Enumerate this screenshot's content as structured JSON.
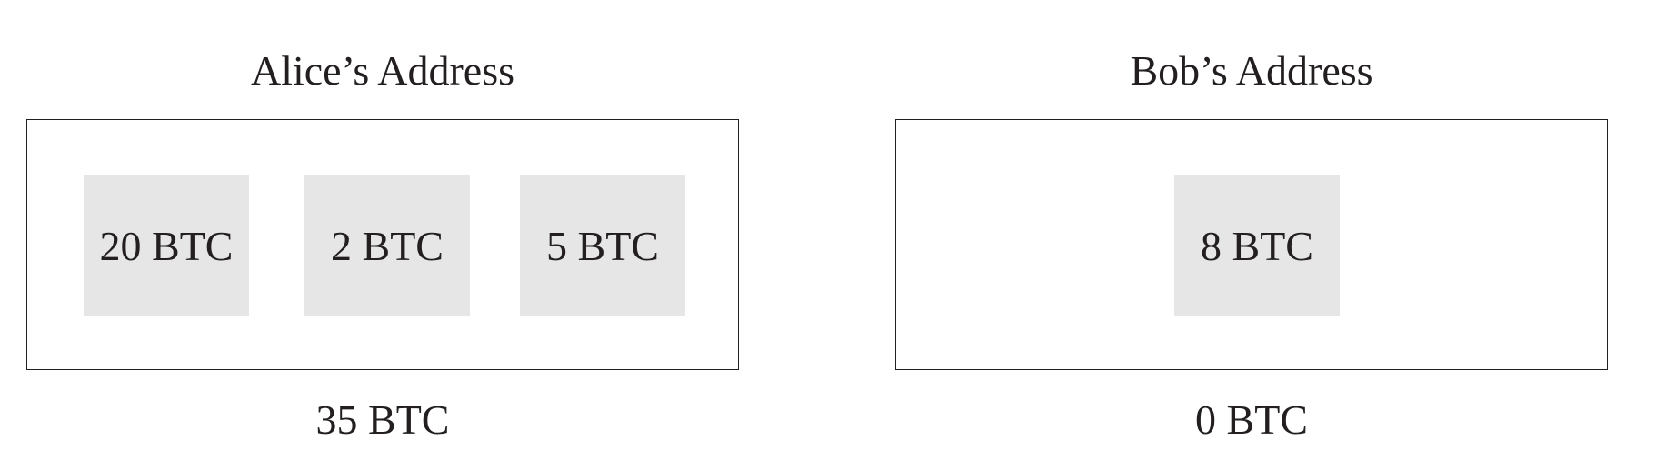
{
  "alice": {
    "title": "Alice’s Address",
    "coins": [
      "20 BTC",
      "2 BTC",
      "5 BTC"
    ],
    "total": "35 BTC"
  },
  "bob": {
    "title": "Bob’s Address",
    "coins": [
      "8 BTC"
    ],
    "total": "0 BTC"
  }
}
